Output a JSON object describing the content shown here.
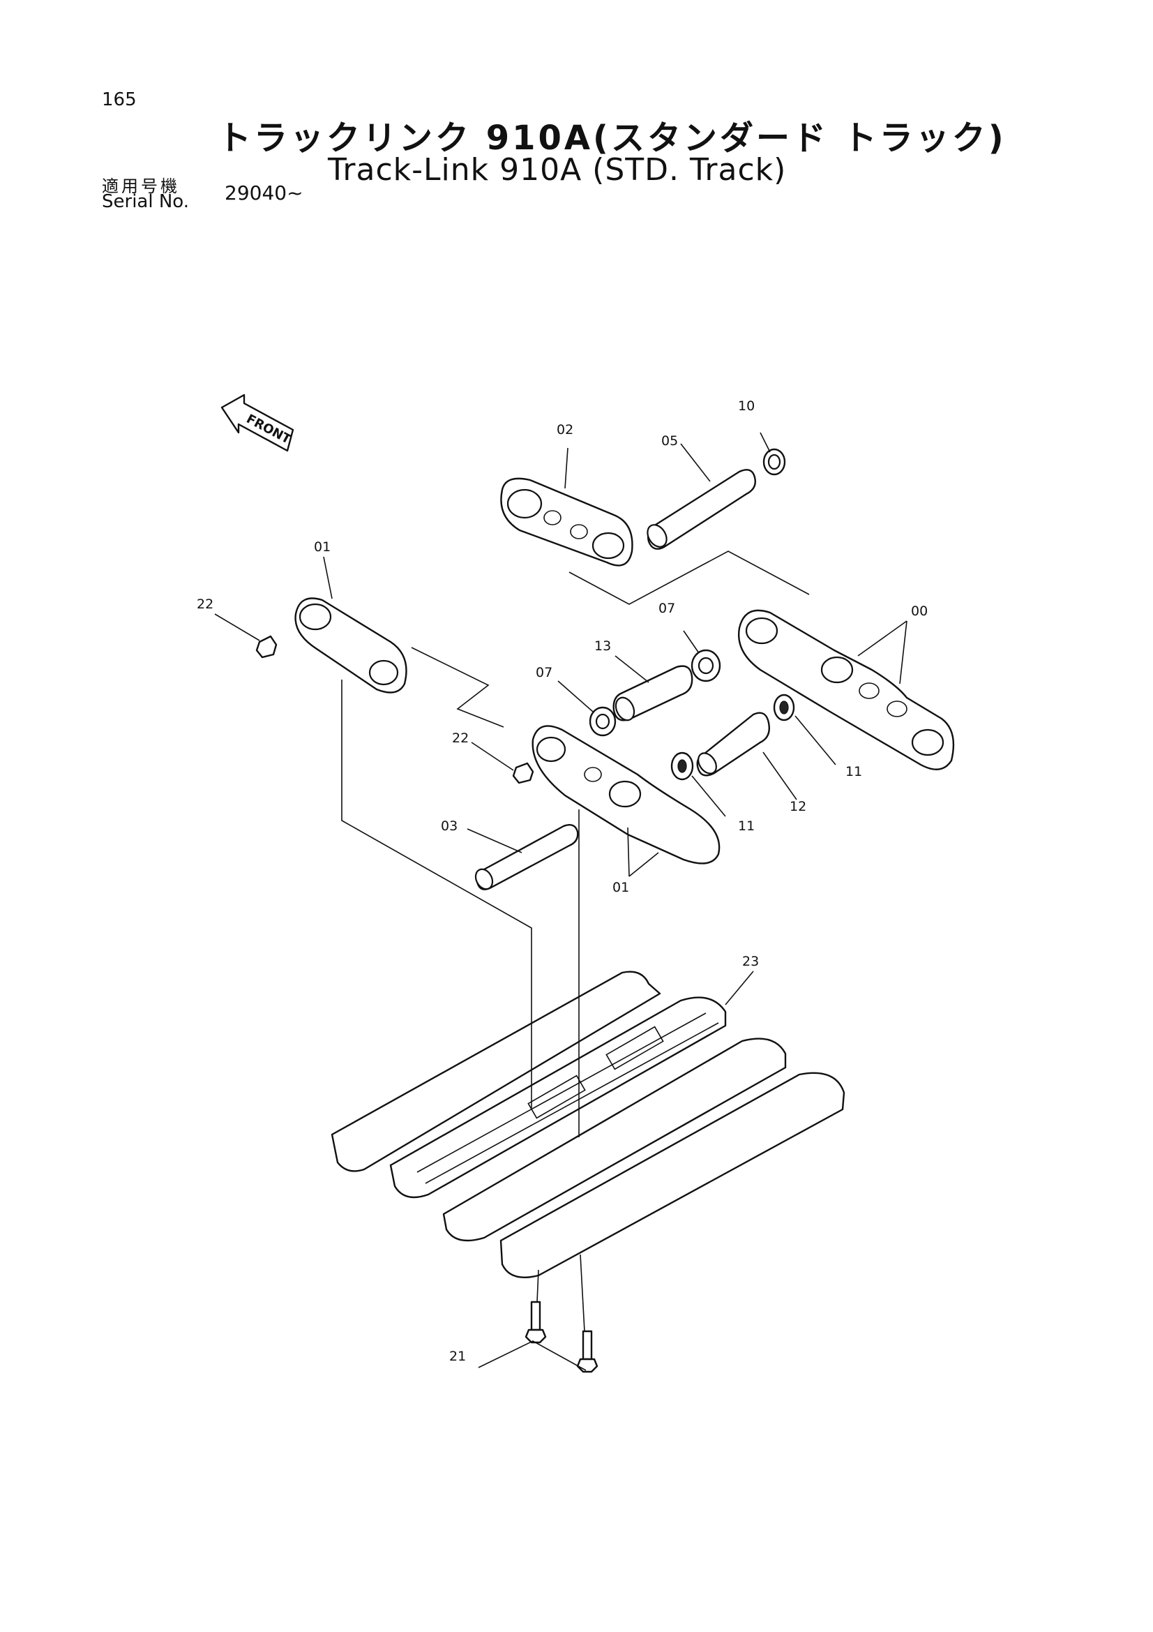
{
  "page": {
    "number": "165",
    "title_ja": "トラックリンク 910A(スタンダード トラック)",
    "title_en": "Track-Link 910A (STD. Track)",
    "serial_label_ja": "適用号機",
    "serial_label_en": "Serial No.",
    "serial_value": "29040~"
  },
  "direction_label": "FRONT",
  "callouts": [
    {
      "id": "c10",
      "label": "10"
    },
    {
      "id": "c02",
      "label": "02"
    },
    {
      "id": "c05",
      "label": "05"
    },
    {
      "id": "c01a",
      "label": "01"
    },
    {
      "id": "c22a",
      "label": "22"
    },
    {
      "id": "c07a",
      "label": "07"
    },
    {
      "id": "c00",
      "label": "00"
    },
    {
      "id": "c13",
      "label": "13"
    },
    {
      "id": "c07b",
      "label": "07"
    },
    {
      "id": "c22b",
      "label": "22"
    },
    {
      "id": "c11a",
      "label": "11"
    },
    {
      "id": "c12",
      "label": "12"
    },
    {
      "id": "c11b",
      "label": "11"
    },
    {
      "id": "c03",
      "label": "03"
    },
    {
      "id": "c01b",
      "label": "01"
    },
    {
      "id": "c23",
      "label": "23"
    },
    {
      "id": "c21",
      "label": "21"
    }
  ]
}
